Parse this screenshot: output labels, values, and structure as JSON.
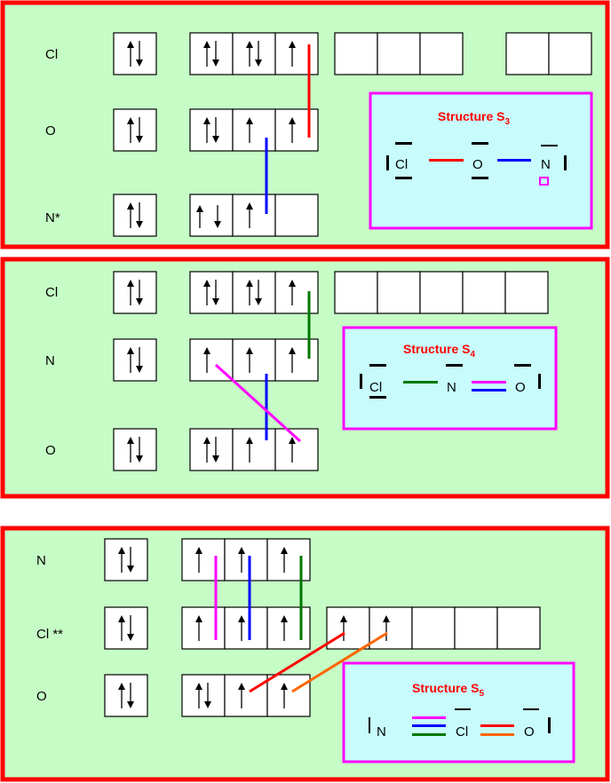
{
  "colors": {
    "panel_border": "#ff0000",
    "panel_fill": "#c6fcc6",
    "structure_border": "#ff00ff",
    "structure_fill": "#c8fcfc",
    "title": "#ff0000",
    "red": "#ff0000",
    "blue": "#0000ff",
    "green": "#007700",
    "magenta": "#ff00ff",
    "orange": "#ff6600"
  },
  "panels": [
    {
      "rows": [
        {
          "label": "Cl",
          "s": "ud",
          "p": [
            "ud",
            "ud",
            "u"
          ],
          "extra": [
            [],
            [],
            [],
            [],
            []
          ],
          "extra_groups": [
            3,
            2
          ]
        },
        {
          "label": "O",
          "s": "ud",
          "p": [
            "ud",
            "u",
            "u"
          ]
        },
        {
          "label": "N*",
          "s": "ud",
          "p": [
            "u d",
            "u",
            ""
          ]
        }
      ],
      "structure": {
        "title": "Structure S",
        "subscript": "3",
        "atoms": [
          "Cl",
          "O",
          "N"
        ],
        "bonds": [
          [
            "red"
          ],
          [
            "blue"
          ]
        ],
        "note": "N carries an empty-orbital square (magenta)"
      }
    },
    {
      "rows": [
        {
          "label": "Cl",
          "s": "ud",
          "p": [
            "ud",
            "ud",
            "u"
          ],
          "extra_count": 5
        },
        {
          "label": "N",
          "s": "ud",
          "p": [
            "u",
            "u",
            "u"
          ]
        },
        {
          "label": "O",
          "s": "ud",
          "p": [
            "ud",
            "u",
            "u"
          ]
        }
      ],
      "structure": {
        "title": "Structure S",
        "subscript": "4",
        "atoms": [
          "Cl",
          "N",
          "O"
        ],
        "bonds": [
          [
            "green"
          ],
          [
            "magenta",
            "blue"
          ]
        ]
      }
    },
    {
      "rows": [
        {
          "label": "N",
          "s": "ud",
          "p": [
            "u",
            "u",
            "u"
          ]
        },
        {
          "label": "Cl **",
          "s": "ud",
          "p": [
            "u",
            "u",
            "u"
          ],
          "d": [
            "u",
            "u",
            "",
            "",
            ""
          ]
        },
        {
          "label": "O",
          "s": "ud",
          "p": [
            "ud",
            "u",
            "u"
          ]
        }
      ],
      "structure": {
        "title": "Structure S",
        "subscript": "5",
        "atoms": [
          "N",
          "Cl",
          "O"
        ],
        "bonds": [
          [
            "magenta",
            "blue",
            "green"
          ],
          [
            "red",
            "orange"
          ]
        ]
      }
    }
  ]
}
